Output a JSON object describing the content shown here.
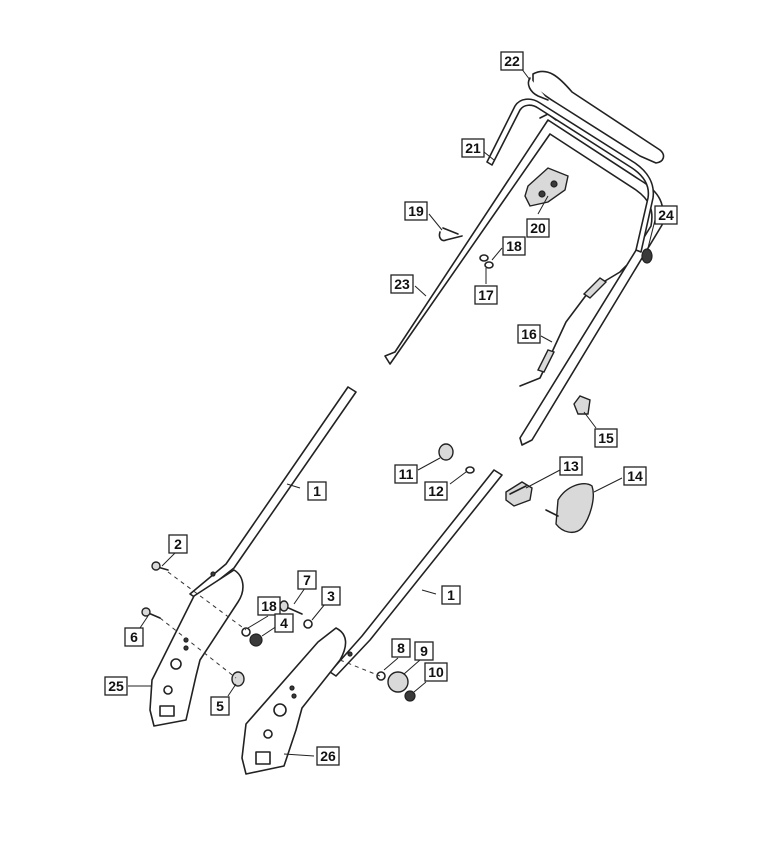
{
  "callouts": [
    {
      "id": "c22",
      "label": "22"
    },
    {
      "id": "c21",
      "label": "21"
    },
    {
      "id": "c24",
      "label": "24"
    },
    {
      "id": "c19",
      "label": "19"
    },
    {
      "id": "c20",
      "label": "20"
    },
    {
      "id": "c18a",
      "label": "18"
    },
    {
      "id": "c23",
      "label": "23"
    },
    {
      "id": "c17",
      "label": "17"
    },
    {
      "id": "c16",
      "label": "16"
    },
    {
      "id": "c15",
      "label": "15"
    },
    {
      "id": "c11",
      "label": "11"
    },
    {
      "id": "c12",
      "label": "12"
    },
    {
      "id": "c13",
      "label": "13"
    },
    {
      "id": "c14",
      "label": "14"
    },
    {
      "id": "c1a",
      "label": "1"
    },
    {
      "id": "c1b",
      "label": "1"
    },
    {
      "id": "c2",
      "label": "2"
    },
    {
      "id": "c7",
      "label": "7"
    },
    {
      "id": "c3",
      "label": "3"
    },
    {
      "id": "c18b",
      "label": "18"
    },
    {
      "id": "c4",
      "label": "4"
    },
    {
      "id": "c6",
      "label": "6"
    },
    {
      "id": "c8",
      "label": "8"
    },
    {
      "id": "c9",
      "label": "9"
    },
    {
      "id": "c10",
      "label": "10"
    },
    {
      "id": "c25",
      "label": "25"
    },
    {
      "id": "c5",
      "label": "5"
    },
    {
      "id": "c26",
      "label": "26"
    }
  ]
}
